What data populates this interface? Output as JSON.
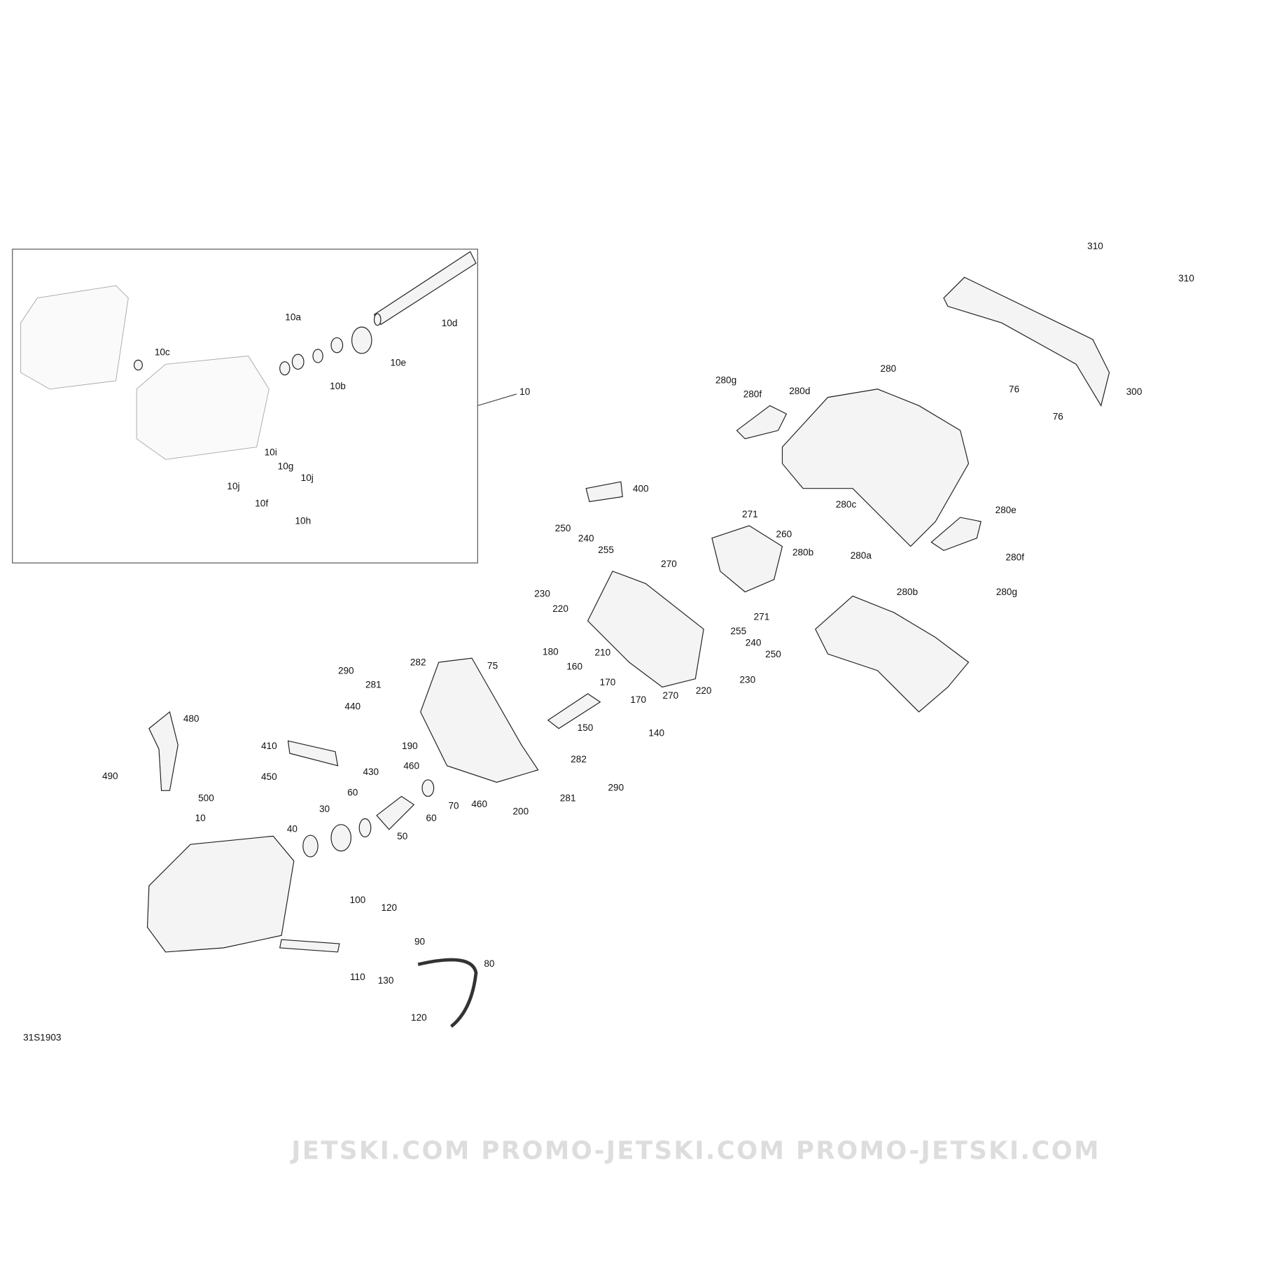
{
  "diagram_code": "31S1903",
  "watermark": "JETSKI.COM   PROMO-JETSKI.COM   PROMO-JETSKI.COM",
  "inset_label": "10",
  "labels": [
    "310",
    "310",
    "300",
    "280",
    "76",
    "76",
    "280g",
    "280f",
    "280d",
    "10",
    "10a",
    "10c",
    "10d",
    "10e",
    "10b",
    "10i",
    "10g",
    "10j",
    "10j",
    "10f",
    "10h",
    "400",
    "271",
    "260",
    "280c",
    "280e",
    "280a",
    "280b",
    "280f",
    "280b",
    "280g",
    "250",
    "240",
    "255",
    "270",
    "230",
    "220",
    "271",
    "255",
    "240",
    "250",
    "210",
    "290",
    "282",
    "75",
    "180",
    "160",
    "170",
    "170",
    "270",
    "220",
    "230",
    "281",
    "150",
    "140",
    "440",
    "190",
    "480",
    "410",
    "430",
    "460",
    "282",
    "490",
    "450",
    "70",
    "460",
    "60",
    "281",
    "290",
    "200",
    "500",
    "10",
    "60",
    "30",
    "40",
    "50",
    "100",
    "120",
    "90",
    "80",
    "110",
    "130",
    "120"
  ]
}
